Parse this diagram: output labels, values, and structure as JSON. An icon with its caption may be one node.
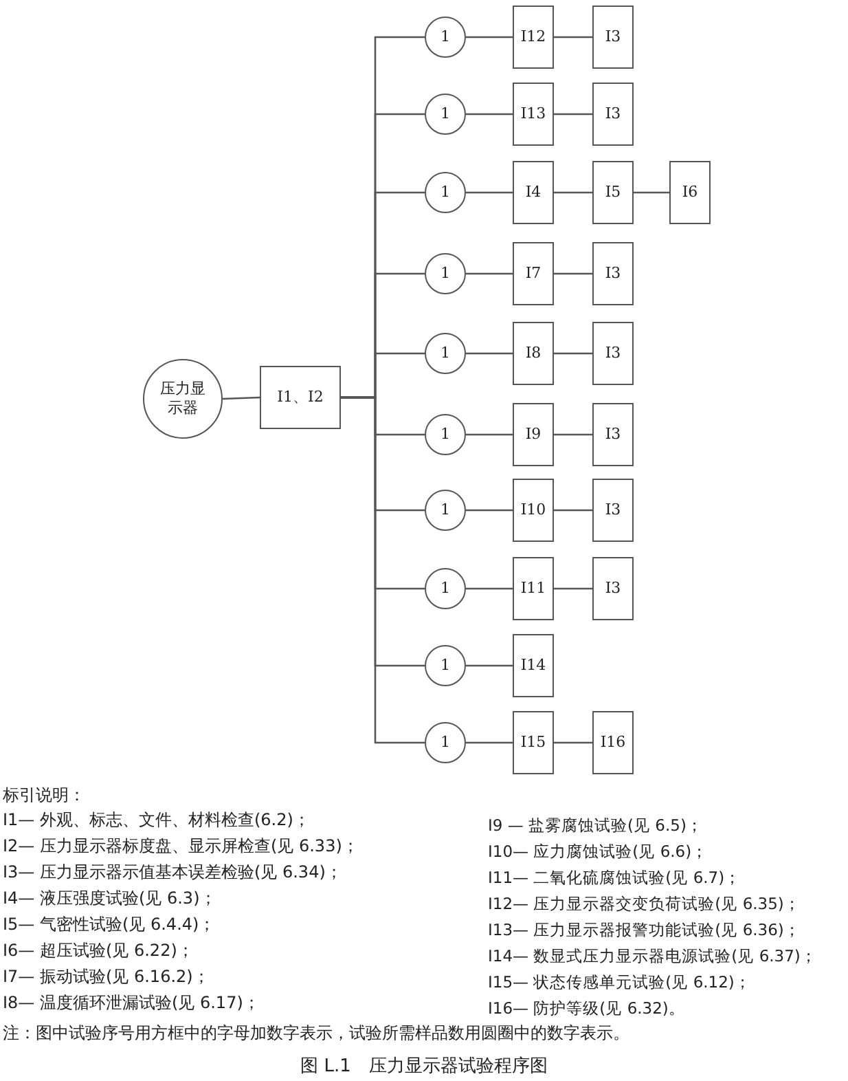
{
  "diagram": {
    "caption": "图 L.1　压力显示器试验程序图",
    "nodes": [
      {
        "text": [
          "压力显示器"
        ]
      },
      {
        "text": [
          "I1、I2"
        ]
      },
      {
        "text": [
          "1"
        ]
      },
      {
        "text": [
          "I12"
        ]
      },
      {
        "text": [
          "I3"
        ]
      },
      {
        "text": [
          "1"
        ]
      },
      {
        "text": [
          "I13"
        ]
      },
      {
        "text": [
          "I3"
        ]
      },
      {
        "text": [
          "1"
        ]
      },
      {
        "text": [
          "I4"
        ]
      },
      {
        "text": [
          "I5"
        ]
      },
      {
        "text": [
          "I6"
        ]
      },
      {
        "text": [
          "1"
        ]
      },
      {
        "text": [
          "I7"
        ]
      },
      {
        "text": [
          "I3"
        ]
      },
      {
        "text": [
          "1"
        ]
      },
      {
        "text": [
          "I8"
        ]
      },
      {
        "text": [
          "I3"
        ]
      },
      {
        "text": [
          "1"
        ]
      },
      {
        "text": [
          "I9"
        ]
      },
      {
        "text": [
          "I3"
        ]
      },
      {
        "text": [
          "1"
        ]
      },
      {
        "text": [
          "I10"
        ]
      },
      {
        "text": [
          "I3"
        ]
      },
      {
        "text": [
          "1"
        ]
      },
      {
        "text": [
          "I11"
        ]
      },
      {
        "text": [
          "I3"
        ]
      },
      {
        "text": [
          "1"
        ]
      },
      {
        "text": [
          "I14"
        ]
      },
      {
        "text": [
          "1"
        ]
      },
      {
        "text": [
          "I15"
        ]
      },
      {
        "text": [
          "I16"
        ]
      }
    ],
    "edges": [
      {
        "from": 0,
        "to": 1,
        "arrow": "none"
      },
      {
        "from": 1,
        "to": 2,
        "arrow": "none"
      },
      {
        "from": 2,
        "to": 3,
        "arrow": "none"
      },
      {
        "from": 3,
        "to": 4,
        "arrow": "none"
      },
      {
        "from": 1,
        "to": 5,
        "arrow": "none"
      },
      {
        "from": 5,
        "to": 6,
        "arrow": "none"
      },
      {
        "from": 6,
        "to": 7,
        "arrow": "none"
      },
      {
        "from": 1,
        "to": 8,
        "arrow": "none"
      },
      {
        "from": 8,
        "to": 9,
        "arrow": "none"
      },
      {
        "from": 9,
        "to": 10,
        "arrow": "none"
      },
      {
        "from": 10,
        "to": 11,
        "arrow": "none"
      },
      {
        "from": 1,
        "to": 12,
        "arrow": "none"
      },
      {
        "from": 12,
        "to": 13,
        "arrow": "none"
      },
      {
        "from": 13,
        "to": 14,
        "arrow": "none"
      },
      {
        "from": 1,
        "to": 15,
        "arrow": "none"
      },
      {
        "from": 15,
        "to": 16,
        "arrow": "none"
      },
      {
        "from": 16,
        "to": 17,
        "arrow": "none"
      },
      {
        "from": 1,
        "to": 18,
        "arrow": "none"
      },
      {
        "from": 18,
        "to": 19,
        "arrow": "none"
      },
      {
        "from": 19,
        "to": 20,
        "arrow": "none"
      },
      {
        "from": 1,
        "to": 21,
        "arrow": "none"
      },
      {
        "from": 21,
        "to": 22,
        "arrow": "none"
      },
      {
        "from": 22,
        "to": 23,
        "arrow": "none"
      },
      {
        "from": 1,
        "to": 24,
        "arrow": "none"
      },
      {
        "from": 24,
        "to": 25,
        "arrow": "none"
      },
      {
        "from": 25,
        "to": 26,
        "arrow": "none"
      },
      {
        "from": 1,
        "to": 27,
        "arrow": "none"
      },
      {
        "from": 27,
        "to": 28,
        "arrow": "none"
      },
      {
        "from": 1,
        "to": 29,
        "arrow": "none"
      },
      {
        "from": 29,
        "to": 30,
        "arrow": "none"
      },
      {
        "from": 30,
        "to": 31,
        "arrow": "none"
      }
    ],
    "labels": [
      "标引说明：",
      "I1— 外观、标志、文件、材料检查(6.2)；",
      "I2— 压力显示器标度盘、显示屏检查(见 6.33)；",
      "I3— 压力显示器示值基本误差检验(见 6.34)；",
      "I4— 液压强度试验(见 6.3)；",
      "I5— 气密性试验(见 6.4.4)；",
      "I6— 超压试验(见 6.22)；",
      "I7— 振动试验(见 6.16.2)；",
      "I8— 温度循环泄漏试验(见 6.17)；",
      "I9 — 盐雾腐蚀试验(见 6.5)；",
      "I10— 应力腐蚀试验(见 6.6)；",
      "I11— 二氧化硫腐蚀试验(见 6.7)；",
      "I12— 压力显示器交变负荷试验(见 6.35)；",
      "I13— 压力显示器报警功能试验(见 6.36)；",
      "I14— 数显式压力显示器电源试验(见 6.37)；",
      "I15— 状态传感单元试验(见 6.12)；",
      "I16— 防护等级(见 6.32)。",
      "注：图中试验序号用方框中的字母加数字表示，试验所需样品数用圆圈中的数字表示。"
    ]
  }
}
